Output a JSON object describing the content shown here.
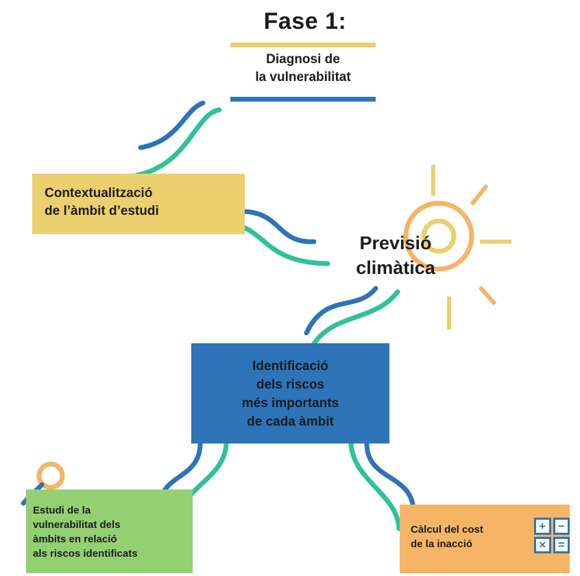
{
  "header": {
    "title": "Fase 1:",
    "subtitle_line1": "Diagnosi de",
    "subtitle_line2": "la vulnerabilitat"
  },
  "nodes": {
    "context": {
      "line1": "Contextualització",
      "line2": "de l’àmbit d’estudi"
    },
    "climate": {
      "line1": "Previsió",
      "line2": "climàtica"
    },
    "risks": {
      "line1": "Identificació",
      "line2": "dels riscos",
      "line3": "més importants",
      "line4": "de cada àmbit"
    },
    "vulnerability": {
      "line1": "Estudi de la",
      "line2": "vulnerabilitat dels",
      "line3": "àmbits en relació",
      "line4": "als riscos identificats"
    },
    "cost": {
      "line1": "Càlcul del cost",
      "line2": "de la inacció"
    }
  },
  "calculator_symbols": [
    "+",
    "−",
    "×",
    "="
  ],
  "colors": {
    "yellow": "#eccf6e",
    "blue": "#2d74b8",
    "teal": "#2fc29a",
    "green": "#92d072",
    "orange": "#f5b466"
  },
  "icons": [
    "sun-icon",
    "magnifier-icon",
    "calculator-icon"
  ]
}
